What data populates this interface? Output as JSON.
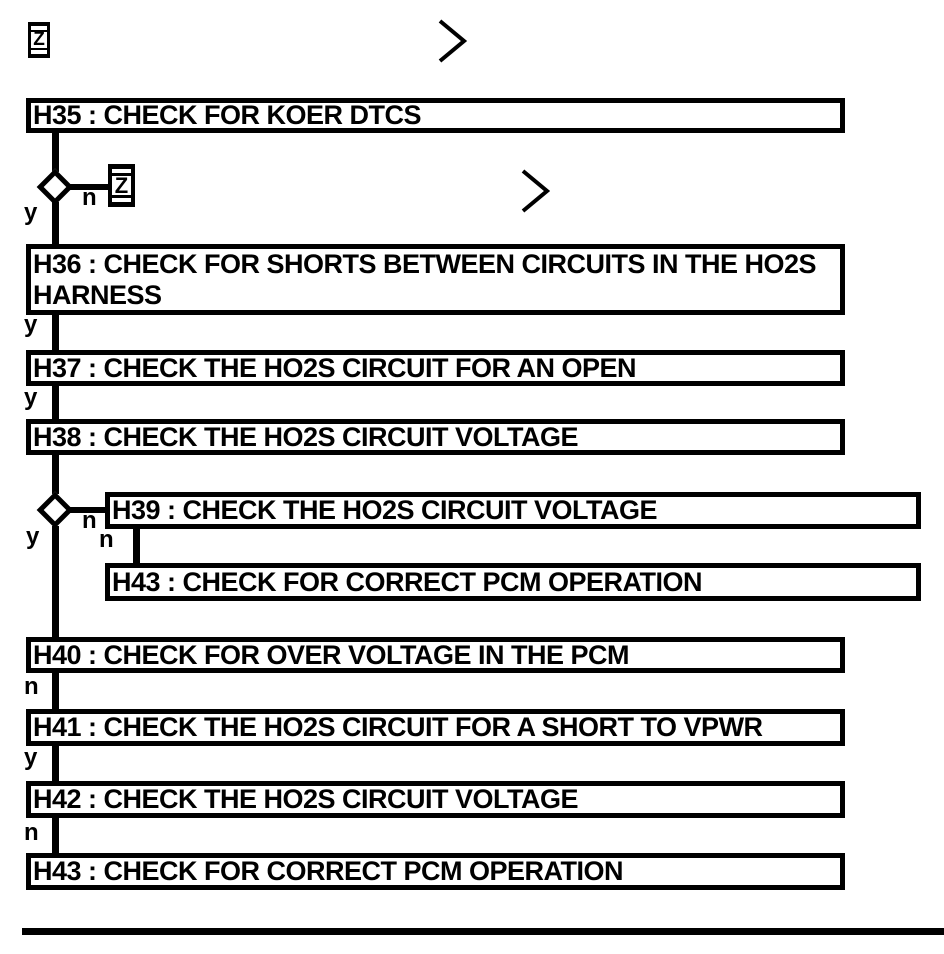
{
  "palette": {
    "ink": "#000000",
    "paper": "#ffffff"
  },
  "icons": {
    "jump_glyph": "Z"
  },
  "boxes": {
    "h35": {
      "label": "H35 : CHECK FOR KOER DTCS"
    },
    "h36": {
      "label": "H36 : CHECK FOR SHORTS BETWEEN CIRCUITS IN THE HO2S HARNESS"
    },
    "h37": {
      "label": "H37 : CHECK THE HO2S CIRCUIT FOR AN OPEN"
    },
    "h38": {
      "label": "H38 : CHECK THE HO2S CIRCUIT VOLTAGE"
    },
    "h39": {
      "label": "H39 : CHECK THE HO2S CIRCUIT VOLTAGE"
    },
    "h43_branch": {
      "label": "H43 : CHECK FOR CORRECT PCM OPERATION"
    },
    "h40": {
      "label": "H40 : CHECK FOR OVER VOLTAGE IN THE PCM"
    },
    "h41": {
      "label": "H41 : CHECK THE HO2S CIRCUIT FOR A SHORT TO VPWR"
    },
    "h42": {
      "label": "H42 : CHECK THE HO2S CIRCUIT VOLTAGE"
    },
    "h43_end": {
      "label": "H43 : CHECK FOR CORRECT PCM OPERATION"
    }
  },
  "branch_labels": {
    "d1_yes": "y",
    "d1_no": "n",
    "h36_yes": "y",
    "h37_yes": "y",
    "d2_yes": "y",
    "d2_no": "n",
    "h39_no": "n",
    "h40_no": "n",
    "h41_yes": "y",
    "h42_no": "n"
  }
}
